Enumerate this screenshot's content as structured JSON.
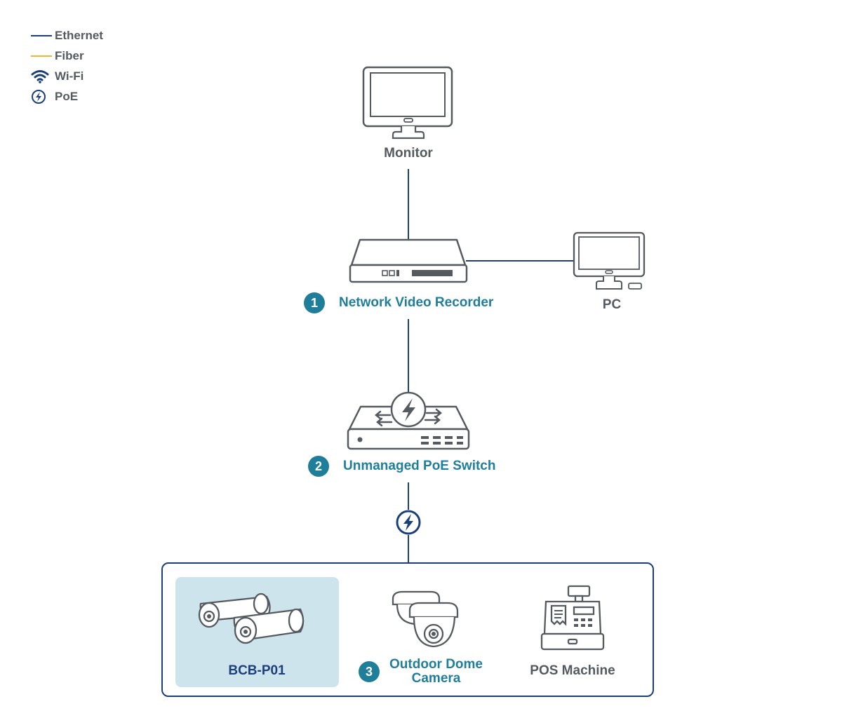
{
  "legend": {
    "items": [
      {
        "label": "Ethernet",
        "kind": "line",
        "color": "#1c3f7a"
      },
      {
        "label": "Fiber",
        "kind": "line",
        "color": "#f2b233"
      },
      {
        "label": "Wi-Fi",
        "kind": "icon",
        "icon": "wifi-icon",
        "color": "#1c3f7a"
      },
      {
        "label": "PoE",
        "kind": "icon",
        "icon": "poe-bolt-icon",
        "color": "#1c3f7a"
      }
    ]
  },
  "devices": {
    "monitor": {
      "label": "Monitor",
      "icon": "monitor-icon"
    },
    "nvr": {
      "label": "Network Video Recorder",
      "step": "1",
      "icon": "nvr-icon"
    },
    "pc": {
      "label": "PC",
      "icon": "pc-icon"
    },
    "switch": {
      "label": "Unmanaged PoE Switch",
      "step": "2",
      "icon": "poe-switch-icon"
    },
    "bcb": {
      "label": "BCB-P01",
      "icon": "bullet-camera-icon"
    },
    "dome": {
      "label_line1": "Outdoor Dome",
      "label_line2": "Camera",
      "step": "3",
      "icon": "dome-camera-icon"
    },
    "pos": {
      "label": "POS Machine",
      "icon": "pos-machine-icon"
    }
  },
  "colors": {
    "ethernet": "#1c3f7a",
    "step_badge": "#1f7e9a",
    "label_gray": "#555a60",
    "highlight": "#cde4ec"
  }
}
